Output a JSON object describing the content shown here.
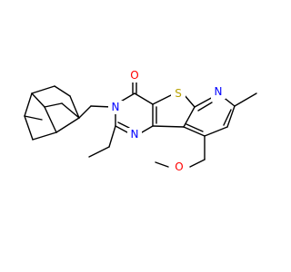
{
  "diagram": {
    "type": "chemical-structure",
    "atom_labels": {
      "O_carbonyl": "O",
      "S": "S",
      "N_pyridine": "N",
      "N_imine": "N",
      "N_amide": "N",
      "O_ether": "O"
    },
    "colors": {
      "bond": "#000000",
      "O": "#ff0000",
      "N": "#0000ff",
      "S": "#b8a200",
      "background": "#ffffff"
    }
  }
}
